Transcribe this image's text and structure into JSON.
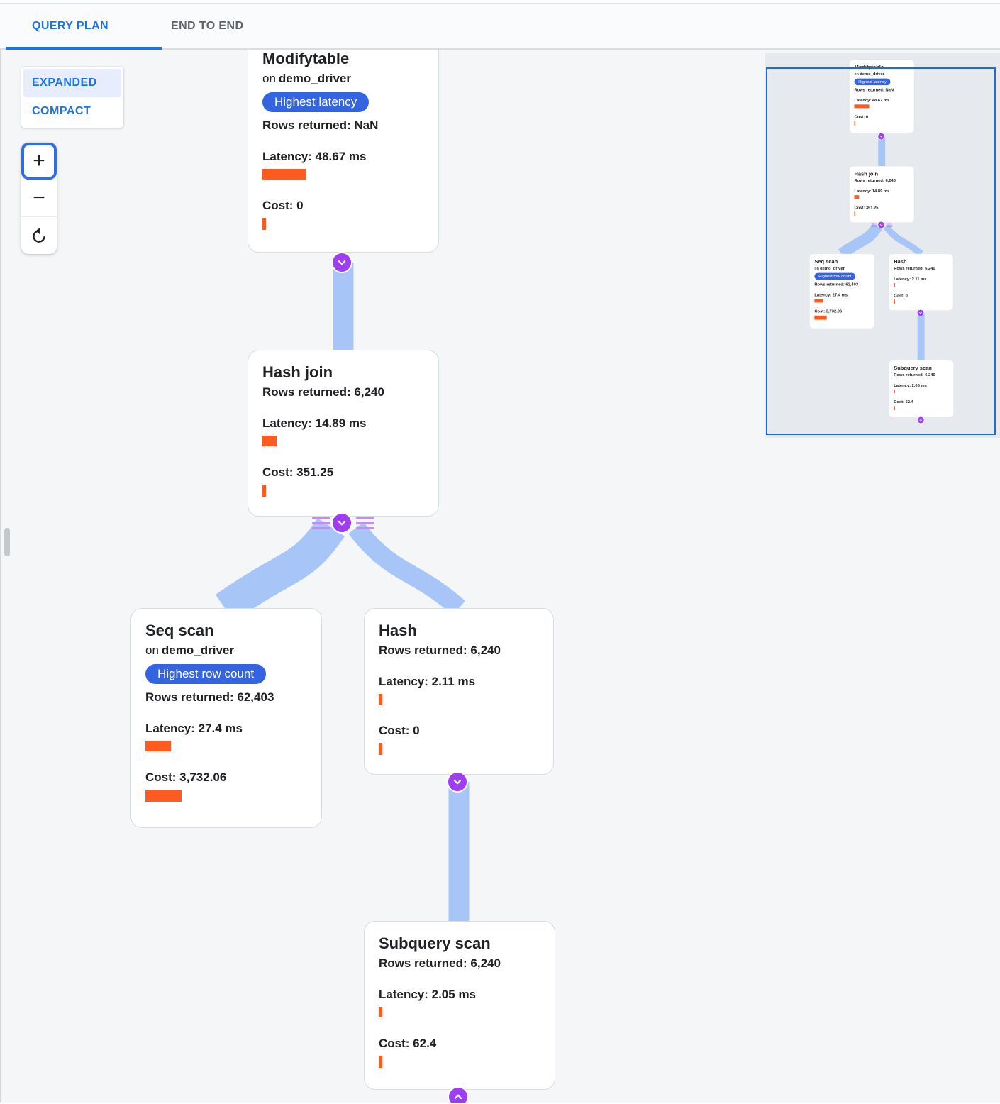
{
  "header": {
    "tabs": [
      {
        "label": "QUERY PLAN",
        "active": true
      },
      {
        "label": "END TO END",
        "active": false
      }
    ]
  },
  "controls": {
    "expanded_label": "EXPANDED",
    "compact_label": "COMPACT",
    "zoom_in_label": "+",
    "zoom_out_label": "−"
  },
  "colors": {
    "accent_blue": "#1a73e8",
    "badge_blue": "#3464e0",
    "metric_bar_orange": "#ff5a1f",
    "link_blue": "#a8c5f7",
    "connector_purple": "#9d3ff0",
    "viewport_border_blue": "#1b6ce0"
  },
  "diagram": {
    "nodes": [
      {
        "title": "Modifytable",
        "on_word": "on",
        "table": "demo_driver",
        "badge": "Highest latency",
        "rows_label": "Rows returned: NaN",
        "latency_label": "Latency: 48.67 ms",
        "cost_label": "Cost: 0",
        "latency_bar_style": "width:62px",
        "cost_bar_style": "width:5px"
      },
      {
        "title": "Hash join",
        "rows_label": "Rows returned: 6,240",
        "latency_label": "Latency: 14.89 ms",
        "cost_label": "Cost: 351.25",
        "latency_bar_style": "width:20px",
        "cost_bar_style": "width:5px"
      },
      {
        "title": "Seq scan",
        "on_word": "on",
        "table": "demo_driver",
        "badge": "Highest row count",
        "rows_label": "Rows returned: 62,403",
        "latency_label": "Latency: 27.4 ms",
        "cost_label": "Cost: 3,732.06",
        "latency_bar_style": "width:36px",
        "cost_bar_style": "width:51px"
      },
      {
        "title": "Hash",
        "rows_label": "Rows returned: 6,240",
        "latency_label": "Latency: 2.11 ms",
        "cost_label": "Cost: 0",
        "latency_bar_style": "width:5px",
        "cost_bar_style": "width:5px"
      },
      {
        "title": "Subquery scan",
        "rows_label": "Rows returned: 6,240",
        "latency_label": "Latency: 2.05 ms",
        "cost_label": "Cost: 62.4",
        "latency_bar_style": "width:5px",
        "cost_bar_style": "width:5px"
      }
    ]
  }
}
